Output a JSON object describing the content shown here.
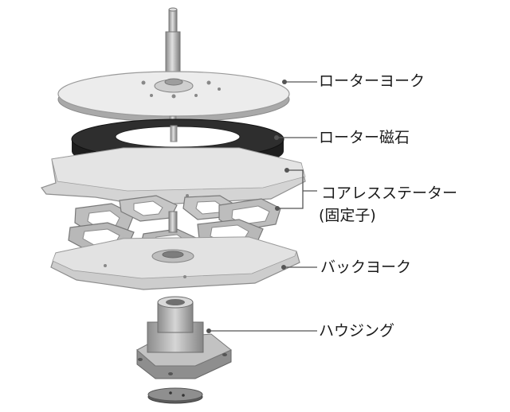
{
  "labels": {
    "rotor_yoke": "ローターヨーク",
    "rotor_magnet": "ローター磁石",
    "coreless_stator": "コアレスステーター",
    "stator_sub": "(固定子)",
    "back_yoke": "バックヨーク",
    "housing": "ハウジング"
  },
  "colors": {
    "line": "#555555",
    "plate_fill": "#e6e6e6",
    "plate_edge": "#9a9a9a",
    "magnet": "#2b2b2b",
    "metal_dark": "#7d7d7d",
    "metal_light": "#c9c9c9"
  }
}
